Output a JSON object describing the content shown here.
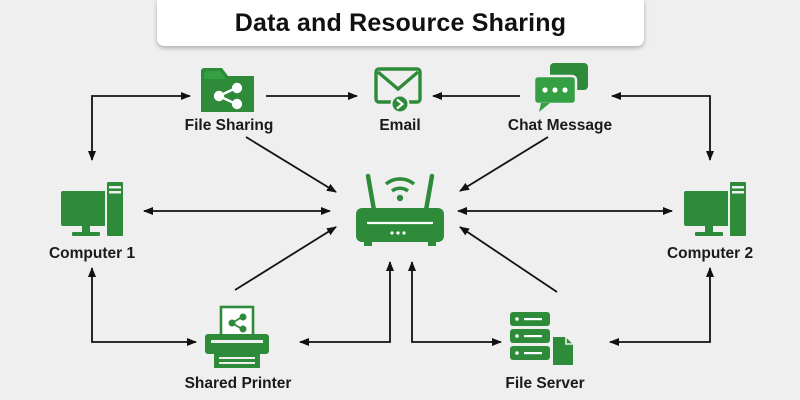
{
  "title": "Data and Resource Sharing",
  "colors": {
    "accent": "#2e8b3a",
    "arrow": "#111111",
    "background": "#efefef"
  },
  "nodes": {
    "file_sharing": {
      "label": "File Sharing",
      "icon": "folder-share-icon"
    },
    "email": {
      "label": "Email",
      "icon": "envelope-icon"
    },
    "chat_message": {
      "label": "Chat Message",
      "icon": "chat-bubbles-icon"
    },
    "computer_1": {
      "label": "Computer 1",
      "icon": "desktop-computer-icon"
    },
    "router": {
      "label": "",
      "icon": "wifi-router-icon"
    },
    "computer_2": {
      "label": "Computer 2",
      "icon": "desktop-computer-icon"
    },
    "shared_printer": {
      "label": "Shared Printer",
      "icon": "printer-icon"
    },
    "file_server": {
      "label": "File Server",
      "icon": "server-file-icon"
    }
  }
}
